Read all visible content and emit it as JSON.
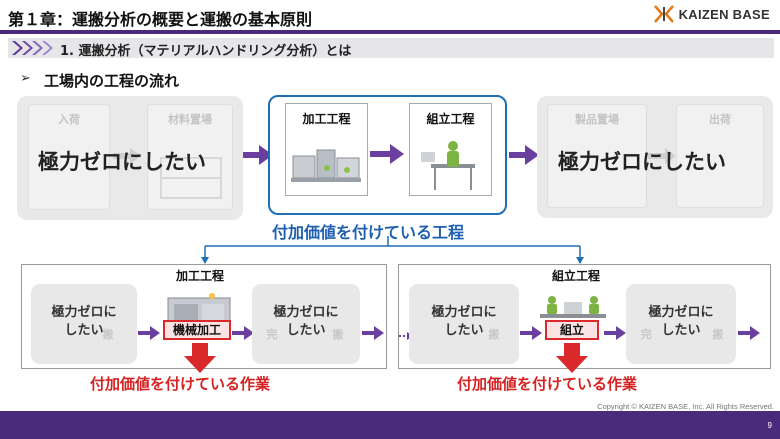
{
  "header": {
    "chapter_title": "第１章：運搬分析の概要と運搬の基本原則",
    "logo_text": "KAIZEN BASE",
    "section_title": "1. 運搬分析（マテリアルハンドリング分析）とは"
  },
  "flow": {
    "heading": "工場内の工程の流れ",
    "left_steps": [
      "入荷",
      "材料置場"
    ],
    "left_overlay": "極力ゼロにしたい",
    "processes": [
      "加工工程",
      "組立工程"
    ],
    "right_steps": [
      "製品置場",
      "出荷"
    ],
    "right_overlay": "極力ゼロにしたい",
    "value_caption": "付加価値を付けている工程"
  },
  "details": [
    {
      "title": "加工工程",
      "left_ghost": "搬",
      "left_text_line1": "極力ゼロに",
      "left_text_line2": "したい",
      "work_label": "機械加工",
      "right_ghost": "完",
      "right_ghost_tail": "搬",
      "right_text_line1": "極力ゼロに",
      "right_text_line2": "したい",
      "caption": "付加価値を付けている作業"
    },
    {
      "title": "組立工程",
      "left_ghost": "搬",
      "left_text_line1": "極力ゼロに",
      "left_text_line2": "したい",
      "work_label": "組立",
      "right_ghost": "完",
      "right_ghost_tail": "搬",
      "right_text_line1": "極力ゼロに",
      "right_text_line2": "したい",
      "caption": "付加価値を付けている作業"
    }
  ],
  "footer": {
    "copyright": "Copyright © KAIZEN BASE, Inc. All Rights Reserved.",
    "page_number": "9"
  },
  "colors": {
    "brand_purple": "#4a2a7a",
    "arrow_purple": "#6b3fa0",
    "accent_blue": "#1f6fb5",
    "accent_red": "#d62222"
  }
}
